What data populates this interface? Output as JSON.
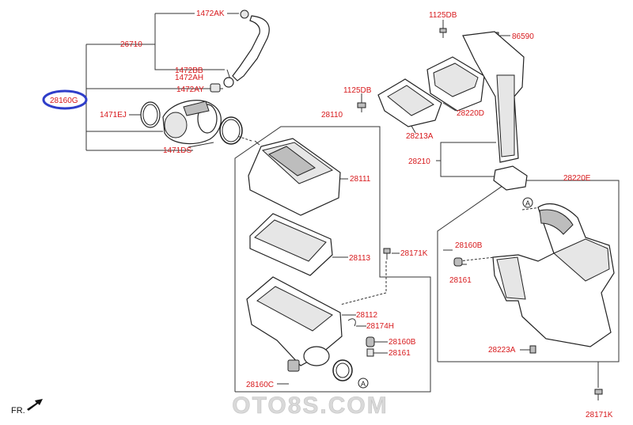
{
  "labels": {
    "p1472AK": "1472AK",
    "p26710": "26710",
    "p1472BB": "1472BB",
    "p1472AH": "1472AH",
    "p1472AY": "1472AY",
    "p28160G": "28160G",
    "p1471EJ": "1471EJ",
    "p1471DS": "1471DS",
    "p1125DB_a": "1125DB",
    "p86590": "86590",
    "p1125DB_b": "1125DB",
    "p28220D": "28220D",
    "p28213A": "28213A",
    "p28110": "28110",
    "p28210": "28210",
    "p28111": "28111",
    "p28220E": "28220E",
    "p28113": "28113",
    "p28171K_a": "28171K",
    "p28160B_a": "28160B",
    "p28161_a": "28161",
    "p28112": "28112",
    "p28174H": "28174H",
    "p28160B_b": "28160B",
    "p28161_b": "28161",
    "p28223A": "28223A",
    "p28160C": "28160C",
    "p28171K_b": "28171K",
    "ref_a1": "A",
    "ref_a2": "A"
  },
  "direction_label": "FR.",
  "watermark": "OTO8S.COM",
  "highlighted_part": "28160G",
  "colors": {
    "label": "#d7191c",
    "highlight": "#2f3ec9",
    "line": "#333333"
  }
}
